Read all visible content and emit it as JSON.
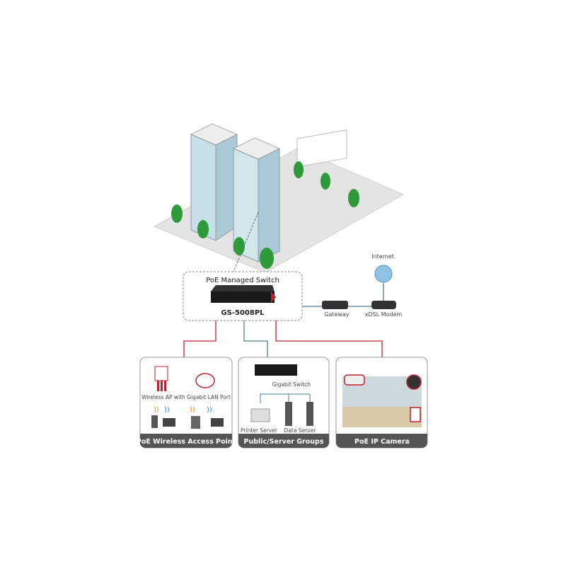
{
  "network": {
    "switch_title": "PoE Managed Switch",
    "switch_model": "GS-5008PL",
    "internet_label": "Internet",
    "gateway_label": "Gateway",
    "modem_label": "xDSL Modem"
  },
  "panels": [
    {
      "footer": "PoE Wireless Access Point",
      "caption": "Wireless AP with Gigabit LAN Port"
    },
    {
      "footer": "Public/Server Groups",
      "switch_label": "Gigabit Switch",
      "printer_label": "Printer Server",
      "server_label": "Data Server"
    },
    {
      "footer": "PoE IP Camera"
    }
  ],
  "colors": {
    "poe_line": "#c0202a",
    "data_line": "#4a7d8c",
    "panel_footer": "#555555",
    "tree": "#2e9a3a"
  }
}
